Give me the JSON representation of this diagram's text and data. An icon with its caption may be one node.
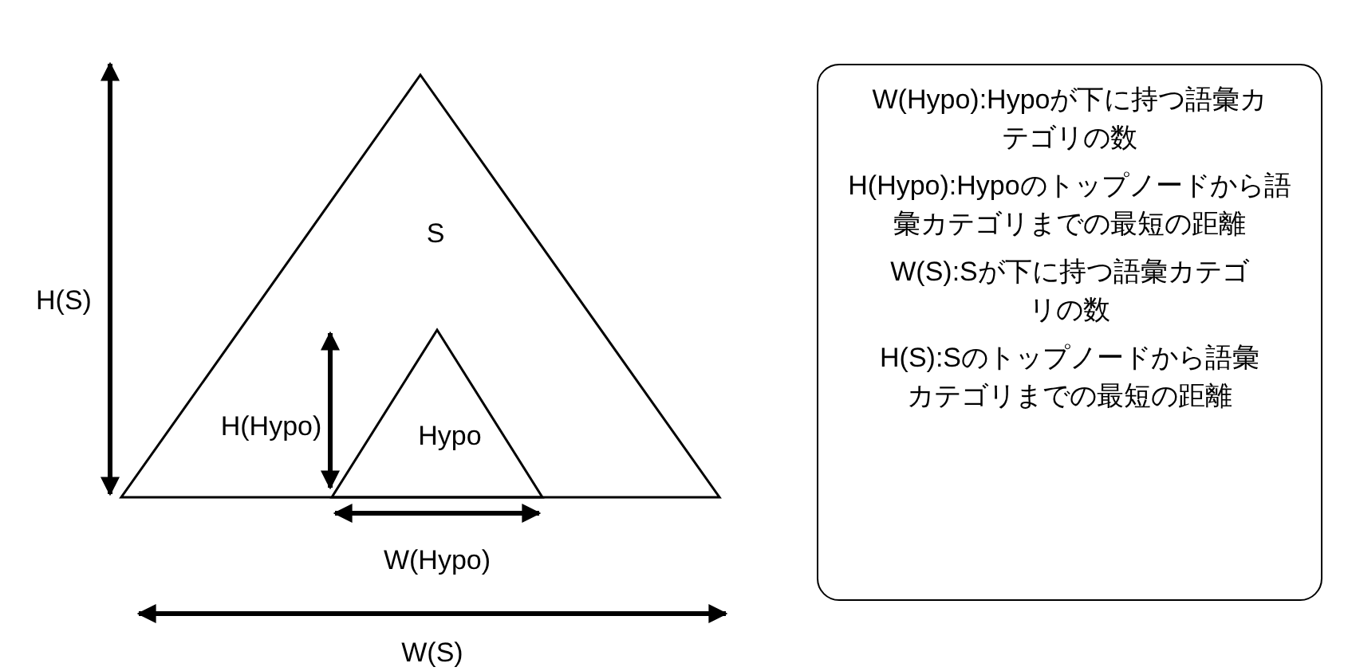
{
  "diagram": {
    "nodes": [
      {
        "text": [
          "S"
        ]
      },
      {
        "text": [
          "Hypo"
        ],
        "in": 0
      },
      {
        "text": [
          "W(Hypo):Hypoが下に持つ語彙カテゴリの数",
          "H(Hypo):Hypoのトップノードから語彙カテゴリまでの最短の距離",
          "W(S):Sが下に持つ語彙カテゴリの数",
          "H(S):Sのトップノードから語彙カテゴリまでの最短の距離"
        ]
      }
    ],
    "edges": [],
    "labels": [
      "H(S)",
      "H(Hypo)",
      "W(Hypo)",
      "W(S)"
    ]
  }
}
